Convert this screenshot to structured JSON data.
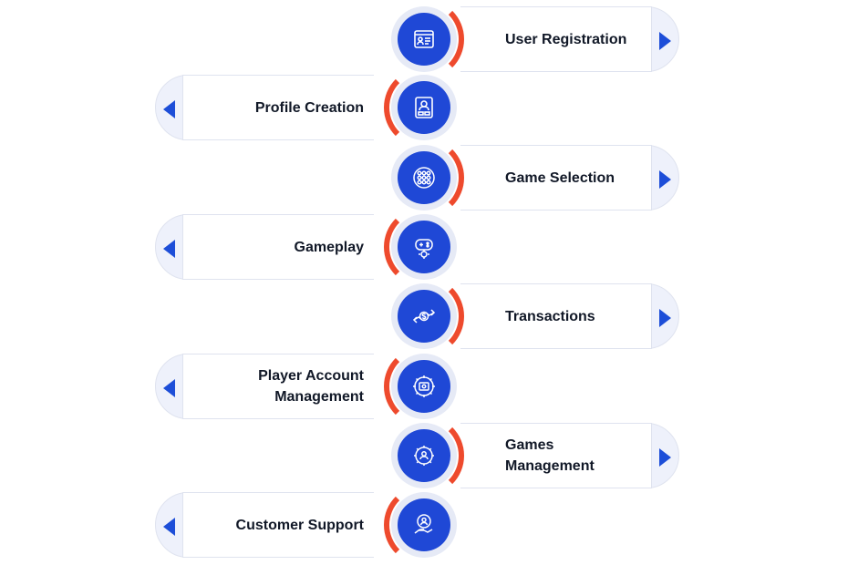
{
  "steps": [
    {
      "label": "User Registration",
      "side": "right",
      "icon": "id-card-icon"
    },
    {
      "label": "Profile Creation",
      "side": "left",
      "icon": "profile-card-icon"
    },
    {
      "label": "Game Selection",
      "side": "right",
      "icon": "grid-dots-icon"
    },
    {
      "label": "Gameplay",
      "side": "left",
      "icon": "gamepad-gear-icon"
    },
    {
      "label": "Transactions",
      "side": "right",
      "icon": "money-exchange-icon"
    },
    {
      "label": "Player Account Management",
      "side": "left",
      "icon": "gear-screen-icon"
    },
    {
      "label": "Games Management",
      "side": "right",
      "icon": "gear-user-icon"
    },
    {
      "label": "Customer Support",
      "side": "left",
      "icon": "support-hand-icon"
    }
  ],
  "colors": {
    "primary": "#1f48d6",
    "accent": "#ee4a2d",
    "halo": "#e6eaf6",
    "card_bg": "#eef1fb"
  }
}
